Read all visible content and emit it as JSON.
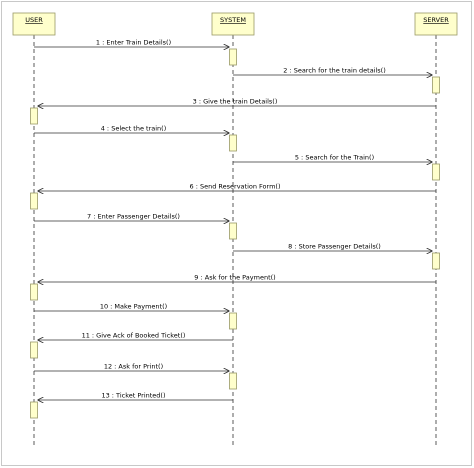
{
  "participants": [
    {
      "id": "user",
      "label": "USER"
    },
    {
      "id": "system",
      "label": "SYSTEM"
    },
    {
      "id": "server",
      "label": "SERVER"
    }
  ],
  "messages": [
    {
      "label": "1 : Enter Train Details()",
      "from": "user",
      "to": "system"
    },
    {
      "label": "2 : Search for the train details()",
      "from": "system",
      "to": "server"
    },
    {
      "label": "3 : Give the train Details()",
      "from": "server",
      "to": "user"
    },
    {
      "label": "4 : Select the train()",
      "from": "user",
      "to": "system"
    },
    {
      "label": "5 : Search for the Train()",
      "from": "system",
      "to": "server"
    },
    {
      "label": "6 : Send Reservation Form()",
      "from": "server",
      "to": "user"
    },
    {
      "label": "7 : Enter Passenger Details()",
      "from": "user",
      "to": "system"
    },
    {
      "label": "8 : Store Passenger Details()",
      "from": "system",
      "to": "server"
    },
    {
      "label": "9 : Ask for the Payment()",
      "from": "server",
      "to": "user"
    },
    {
      "label": "10 : Make Payment()",
      "from": "user",
      "to": "system"
    },
    {
      "label": "11 : Give Ack of Booked Ticket()",
      "from": "system",
      "to": "user"
    },
    {
      "label": "12 : Ask for Print()",
      "from": "user",
      "to": "system"
    },
    {
      "label": "13 : Ticket Printed()",
      "from": "system",
      "to": "user"
    }
  ],
  "colors": {
    "box_fill": "#ffffcc",
    "box_stroke": "#999966",
    "line": "#333333"
  }
}
